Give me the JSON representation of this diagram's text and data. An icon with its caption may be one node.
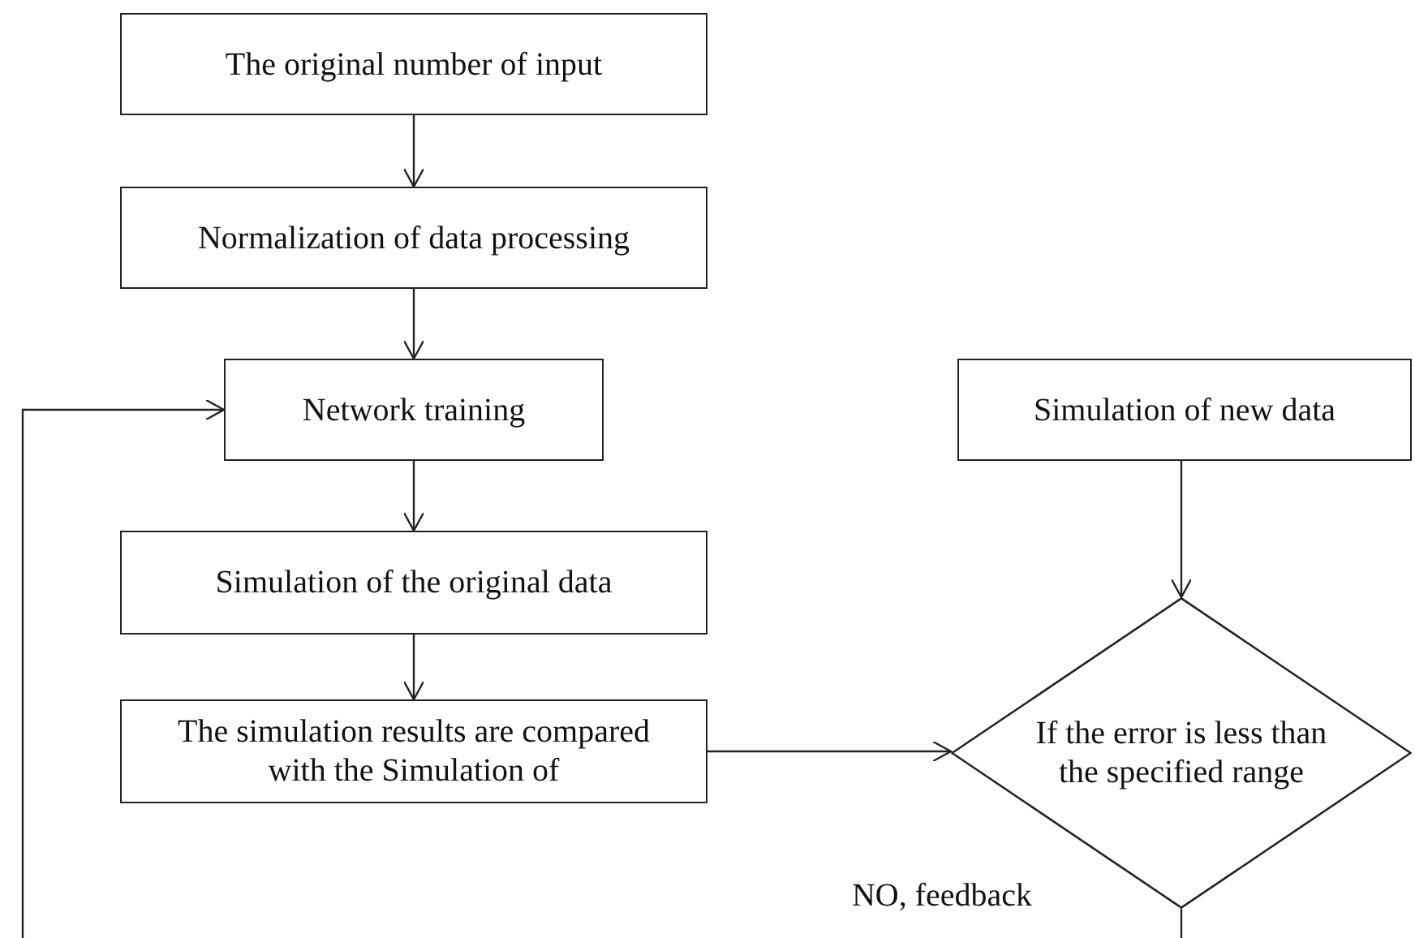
{
  "diagram": {
    "nodes": [
      {
        "text": [
          "The original number of input"
        ]
      },
      {
        "text": [
          "Normalization of data processing"
        ]
      },
      {
        "text": [
          "Network training"
        ]
      },
      {
        "text": [
          "Simulation of new data"
        ]
      },
      {
        "text": [
          "Simulation of the original data"
        ]
      },
      {
        "text": [
          "The simulation results are compared with the Simulation of"
        ]
      },
      {
        "text": [
          "If the error is less than the specified range"
        ]
      }
    ],
    "edges": [
      {
        "from": 0,
        "to": 1,
        "arrow": "to"
      },
      {
        "from": 1,
        "to": 2,
        "arrow": "to"
      },
      {
        "from": 2,
        "to": 4,
        "arrow": "to"
      },
      {
        "from": 4,
        "to": 5,
        "arrow": "to"
      },
      {
        "from": 3,
        "to": 6,
        "arrow": "to"
      },
      {
        "from": 5,
        "to": 6,
        "arrow": "to"
      },
      {
        "from": 6,
        "to": null,
        "arrow": "none",
        "label": "NO, feedback"
      },
      {
        "from": null,
        "to": 2,
        "arrow": "to"
      }
    ]
  }
}
